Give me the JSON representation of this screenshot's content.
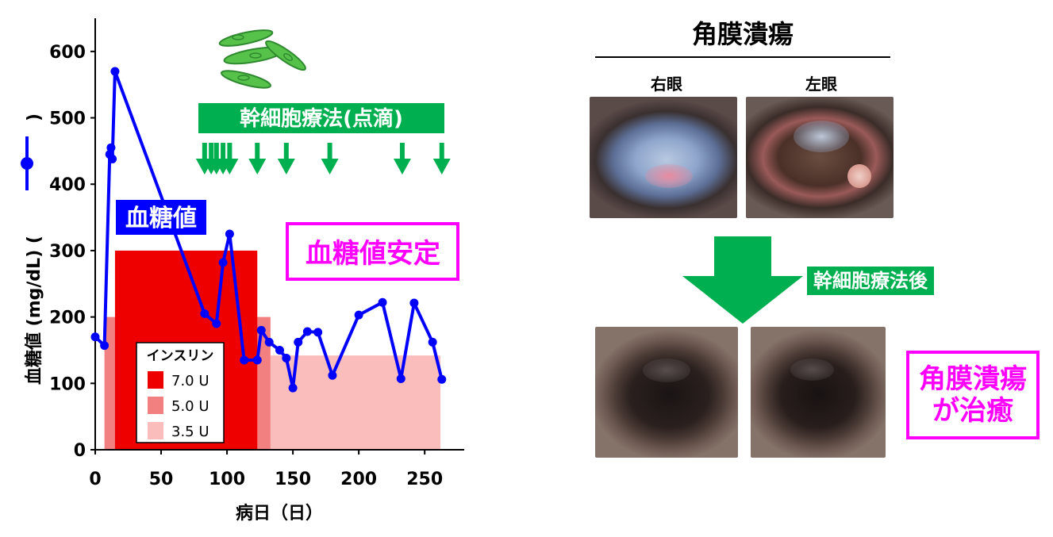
{
  "chart_data": {
    "type": "line",
    "ylabel": "血糖値 (mg/dL) (",
    "xlabel": "病日（日）",
    "xlim": [
      0,
      280
    ],
    "ylim": [
      0,
      650
    ],
    "xticks": [
      0,
      50,
      100,
      150,
      200,
      250
    ],
    "yticks": [
      0,
      100,
      200,
      300,
      400,
      500,
      600
    ],
    "series": [
      {
        "name": "血糖値",
        "x": [
          0,
          7,
          11,
          12,
          13,
          15,
          83,
          92,
          97,
          102,
          113,
          123,
          126,
          132,
          140,
          145,
          150,
          154,
          161,
          169,
          180,
          200,
          218,
          232,
          242,
          256,
          263
        ],
        "y": [
          170,
          157,
          445,
          455,
          438,
          570,
          205,
          190,
          282,
          325,
          135,
          135,
          180,
          162,
          150,
          138,
          93,
          162,
          178,
          177,
          112,
          203,
          222,
          107,
          221,
          162,
          106
        ]
      }
    ],
    "insulin_periods": [
      {
        "label": "7.0 U",
        "x_start": 15,
        "x_end": 123,
        "height": 300,
        "color": "#ee0000"
      },
      {
        "label": "5.0 U",
        "x_start": 7,
        "x_end": 133,
        "height": 200,
        "color": "#f28080"
      },
      {
        "label": "3.5 U",
        "x_start": 133,
        "x_end": 262,
        "height": 142,
        "color": "#fbbcbc"
      }
    ],
    "treatment_days": [
      83,
      88,
      92,
      97,
      102,
      123,
      145,
      178,
      233,
      263
    ],
    "colors": {
      "line": "#0000ff",
      "arrow": "#00b050"
    }
  },
  "labels": {
    "legend_title": "インスリン",
    "glucose_tag": "血糖値",
    "treatment_banner": "幹細胞療法(点滴)",
    "glucose_stable": "血糖値安定",
    "axis_paren": ")"
  },
  "right_panel": {
    "title": "角膜潰瘍",
    "right_eye": "右眼",
    "left_eye": "左眼",
    "after_label": "幹細胞療法後",
    "healed_line1": "角膜潰瘍",
    "healed_line2": "が治癒"
  }
}
